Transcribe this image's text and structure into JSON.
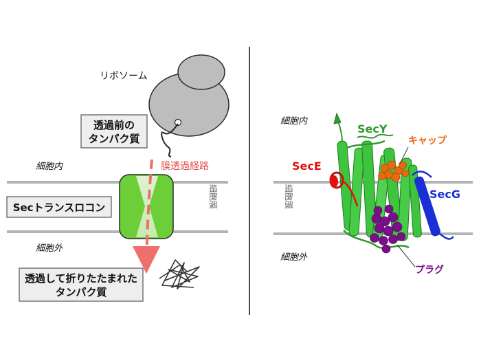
{
  "left_panel": {
    "ribosome_label": "リボソーム",
    "unfolded_box": [
      "透過前の",
      "タンパク質"
    ],
    "cytoplasm_label": "細胞内",
    "path_label": "膜透過経路",
    "membrane_label": "細胞膜",
    "translocon_label": "Secトランスロコン",
    "periplasm_label": "細胞外",
    "folded_box": [
      "透過して折りたたまれた",
      "タンパク質"
    ]
  },
  "right_panel": {
    "cytoplasm_label": "細胞内",
    "membrane_label": "細胞膜",
    "periplasm_label": "細胞外",
    "subunits": {
      "secy": "SecY",
      "sece": "SecE",
      "secg": "SecG",
      "cap": "キャップ",
      "plug": "プラグ"
    }
  },
  "colors": {
    "secy": "#2e9b2e",
    "sece": "#e01010",
    "secg": "#1a2fd6",
    "cap": "#e86a10",
    "plug": "#7a0f8a",
    "path": "#ef6f6c",
    "membrane": "#b3b3b3",
    "ribosome": "#bdbdbd",
    "translocon": "#6ccf3a"
  }
}
